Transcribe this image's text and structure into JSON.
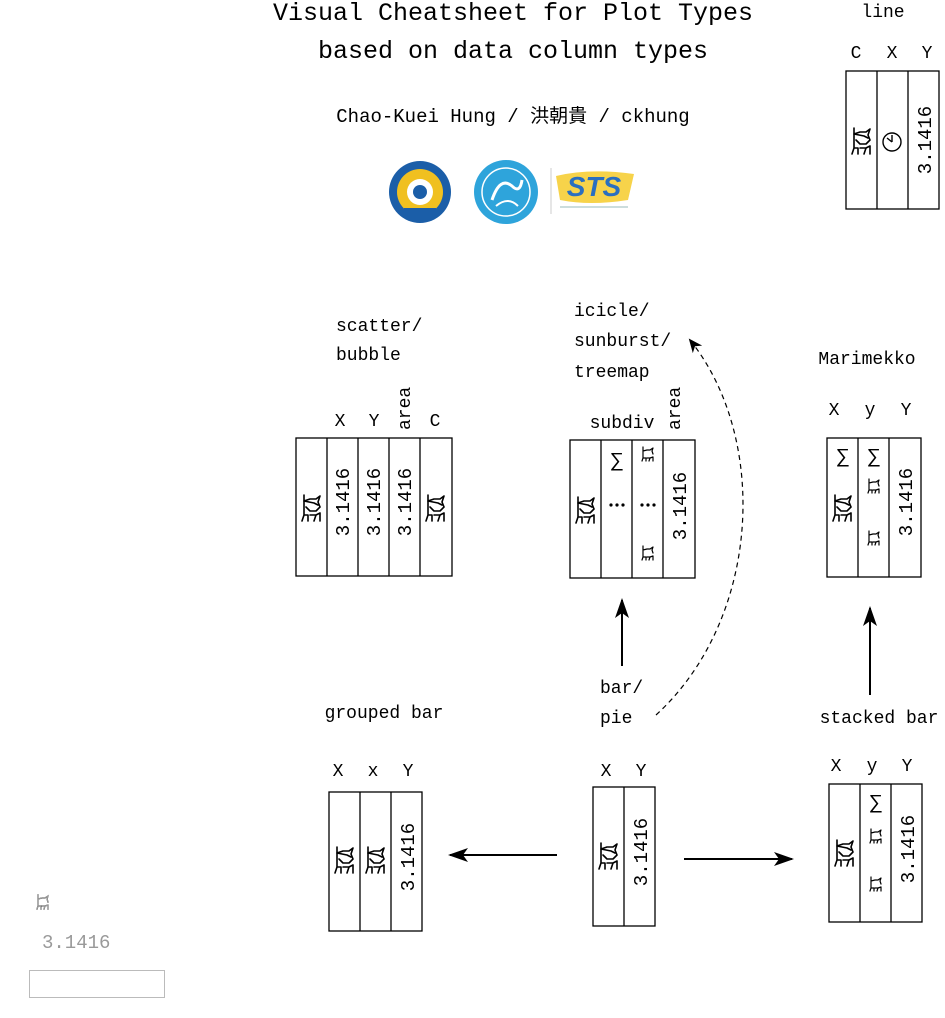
{
  "title": {
    "line1": "Visual Cheatsheet for Plot Types",
    "line2": "based on data column types",
    "author": "Chao-Kuei Hung / 洪朝貴 / ckhung"
  },
  "value_sample": "3.1416",
  "sum_symbol": "∑",
  "ellipsis": "⋯",
  "groups": {
    "line": {
      "label": "line",
      "cols": [
        "C",
        "X",
        "Y"
      ]
    },
    "scatter": {
      "label1": "scatter/",
      "label2": "bubble",
      "cols": [
        "X",
        "Y",
        "area",
        "C"
      ]
    },
    "icicle": {
      "label1": "icicle/",
      "label2": "sunburst/",
      "label3": "treemap",
      "cols": [
        "subdiv",
        "area"
      ]
    },
    "marimekko": {
      "label": "Marimekko",
      "cols": [
        "X",
        "y",
        "Y"
      ]
    },
    "grouped": {
      "label": "grouped bar",
      "cols": [
        "X",
        "x",
        "Y"
      ]
    },
    "bar": {
      "label1": "bar/",
      "label2": "pie",
      "cols": [
        "X",
        "Y"
      ]
    },
    "stacked": {
      "label": "stacked bar",
      "cols": [
        "X",
        "y",
        "Y"
      ]
    }
  },
  "legend": {
    "value": "3.1416",
    "input_value": ""
  },
  "icons": [
    "cat-icon",
    "clock-icon",
    "sum-icon",
    "logo-taipei-tech",
    "logo-association",
    "logo-sts"
  ]
}
